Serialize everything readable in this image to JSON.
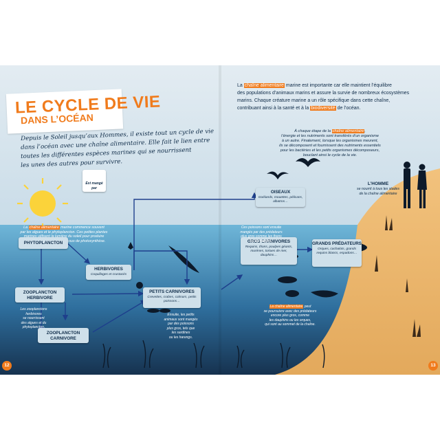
{
  "title": {
    "main": "LE CYCLE DE VIE",
    "sub": "DANS L’OCÉAN"
  },
  "intro": {
    "lines": [
      "Depuis le Soleil jusqu’aux Hommes, il existe tout un cycle de vie",
      "dans l’océan avec une chaîne alimentaire. Elle fait le lien entre",
      "toutes les différentes espèces marines qui se nourrissent",
      "les unes des autres pour survivre."
    ]
  },
  "right_intro": {
    "line1_hl": "chaîne alimentaire",
    "line1_a": "La ",
    "line1_b": " marine est importante car elle maintient l’équilibre",
    "line2": "des populations d’animaux marins et assure la survie de nombreux écosystèmes",
    "line3": "marins. Chaque créature marine a un rôle spécifique dans cette chaîne,",
    "line4_a": "contribuant ainsi à la santé et à la ",
    "line4_hl": "biodiversité",
    "line4_b": " de l’océan."
  },
  "step_note": {
    "line1_a": "À chaque étape de la ",
    "line1_hl": "chaîne alimentaire",
    "line1_b": ",",
    "lines": [
      "l’énergie et les nutriments sont transférés d’un organisme",
      "à un autre. Finalement, lorsque les organismes meurent,",
      "ils se décomposent et fournissent des nutriments essentiels",
      "pour les bactéries et les petits organismes décomposeurs,",
      "bouclant ainsi le cycle de la vie."
    ]
  },
  "legend": {
    "label": "Est mangé par"
  },
  "plankton_note": {
    "line1_a": "La ",
    "line1_hl": "chaîne alimentaire",
    "line1_b": " marine commence souvent",
    "lines": [
      "par les algues et le phytoplancton. Ces petites plantes",
      "marines utilisent la lumière du soleil pour produire",
      "de la nourriture par le processus de photosynthèse."
    ]
  },
  "boxes": {
    "phytoplancton": {
      "title": "PHYTOPLANCTON"
    },
    "zooplancton_herbivore": {
      "title": "ZOOPLANCTON HERBIVORE"
    },
    "zooplancton_carnivore": {
      "title": "ZOOPLANCTON CARNIVORE"
    },
    "herbivores": {
      "title": "HERBIVORES",
      "desc": "Coquillages et crustacés"
    },
    "petits_carnivores": {
      "title": "PETITS CARNIVORES",
      "desc": "Crevettes, crabes, calmars, petits poissons…"
    },
    "oiseaux": {
      "title": "OISEAUX",
      "desc": "Goélands, mouettes, pélicans, albatros…"
    },
    "gros_carnivores": {
      "title": "GROS CARNIVORES",
      "desc": "Requins, thons, poulpes géants, murènes, tortues de mer, dauphins…"
    },
    "grands_predateurs": {
      "title": "GRANDS PRÉDATEURS",
      "desc": "Orques, cachalots, grands requins blancs, espadons…"
    }
  },
  "zoo_note": {
    "lines": [
      "Les zooplanctons",
      "herbivores",
      "se nourrissent",
      "des algues et du",
      "phytoplancton."
    ]
  },
  "small_fish_note": {
    "lines": [
      "Ensuite, les petits",
      "animaux sont mangés",
      "par des poissons",
      "plus gros, tels que",
      "les sardines",
      "ou les harengs."
    ]
  },
  "gros_note": {
    "lines": [
      "Ces poissons sont ensuite",
      "mangés par des prédateurs",
      "plus gros comme les thons",
      "ou les requins."
    ]
  },
  "homme": {
    "title": "L’HOMME",
    "desc_lines": [
      "se nourrit à tous les stades",
      "de la chaîne alimentaire"
    ]
  },
  "bottom_note": {
    "line1_hl": "La chaîne alimentaire",
    "line1_b": " peut",
    "lines": [
      "se poursuivre avec des prédateurs",
      "encore plus gros, comme",
      "les dauphins ou les orques,",
      "qui sont au sommet de la chaîne."
    ]
  },
  "page_numbers": {
    "left": "12",
    "right": "13"
  },
  "colors": {
    "accent": "#f07b1c",
    "navy": "#0d2a47",
    "box": "#cfe0ea",
    "arrow": "#1e3f8c"
  }
}
